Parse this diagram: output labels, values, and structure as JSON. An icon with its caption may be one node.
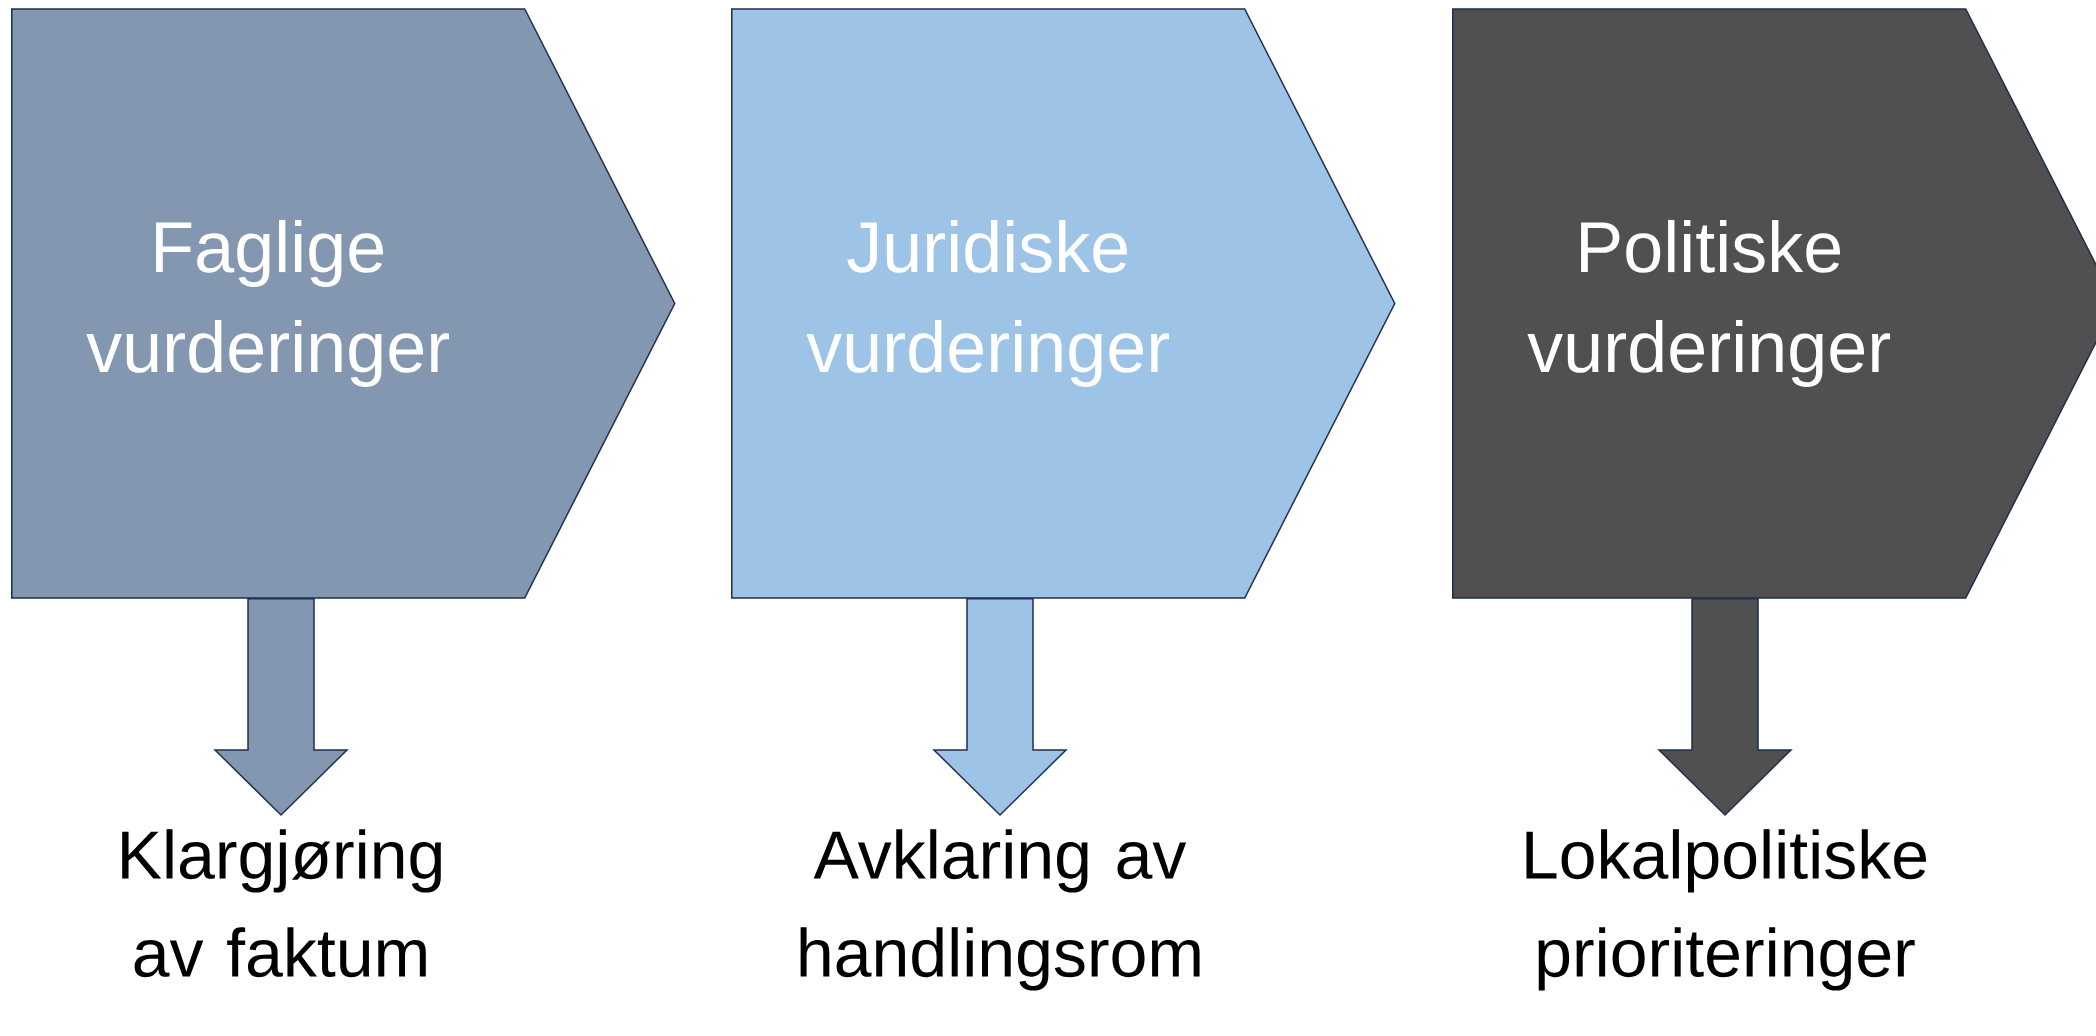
{
  "diagram": {
    "nodes": [
      {
        "text": [
          "Faglige vurderinger"
        ]
      },
      {
        "text": [
          "Juridiske vurderinger"
        ]
      },
      {
        "text": [
          "Politiske vurderinger"
        ]
      },
      {
        "text": [
          "Klargjøring av faktum"
        ]
      },
      {
        "text": [
          "Avklaring av handlingsrom"
        ]
      },
      {
        "text": [
          "Lokalpolitiske prioriteringer"
        ]
      }
    ],
    "edges": [
      {
        "from": 0,
        "to": 3,
        "arrow": "to"
      },
      {
        "from": 1,
        "to": 4,
        "arrow": "to"
      },
      {
        "from": 2,
        "to": 5,
        "arrow": "to"
      }
    ]
  }
}
